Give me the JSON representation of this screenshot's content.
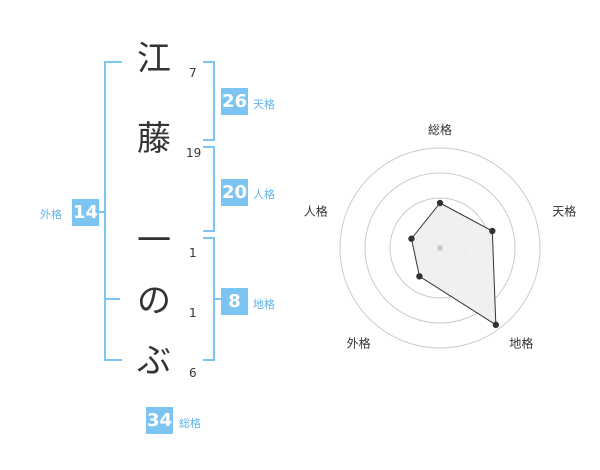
{
  "name": {
    "chars": [
      {
        "char": "江",
        "strokes": "7"
      },
      {
        "char": "藤",
        "strokes": "19"
      },
      {
        "char": "一",
        "strokes": "1"
      },
      {
        "char": "の",
        "strokes": "1"
      },
      {
        "char": "ぶ",
        "strokes": "6"
      }
    ]
  },
  "kaku": {
    "tenkaku": {
      "value": "26",
      "label": "天格"
    },
    "jinkaku": {
      "value": "20",
      "label": "人格"
    },
    "chikaku": {
      "value": "8",
      "label": "地格"
    },
    "gaikaku": {
      "value": "14",
      "label": "外格"
    },
    "soukaku": {
      "value": "34",
      "label": "総格"
    }
  },
  "chart_data": {
    "type": "radar",
    "axes": [
      "総格",
      "天格",
      "地格",
      "外格",
      "人格"
    ],
    "values": [
      0.45,
      0.55,
      0.95,
      0.35,
      0.3
    ],
    "rings": 4,
    "colors": {
      "accent": "#7cc5f2",
      "fill": "#eeeeee",
      "line": "#333333"
    }
  }
}
